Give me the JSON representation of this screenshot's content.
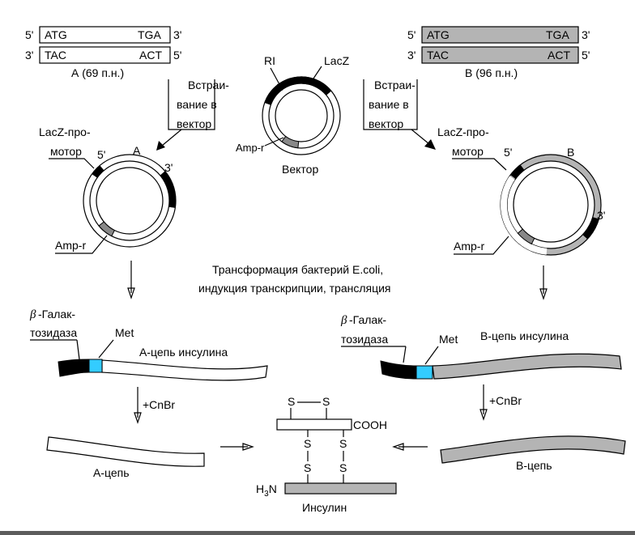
{
  "colors": {
    "gray_fill": "#b4b4b4",
    "black_fill": "#000000",
    "met_fill": "#33ccff",
    "bottom_strip": "#5c5c5c"
  },
  "gene_a": {
    "top_5": "5'",
    "top_start": "ATG",
    "top_end": "TGA",
    "top_3": "3'",
    "bot_3": "3'",
    "bot_start": "TAC",
    "bot_end": "ACT",
    "bot_5": "5'",
    "caption": "А (69 п.н.)"
  },
  "gene_b": {
    "top_5": "5'",
    "top_start": "ATG",
    "top_end": "TGA",
    "top_3": "3'",
    "bot_3": "3'",
    "bot_start": "TAC",
    "bot_end": "ACT",
    "bot_5": "5'",
    "caption": "В (96 п.н.)"
  },
  "insertion": [
    "Встраи-",
    "вание в",
    "вектор"
  ],
  "vector": {
    "ri": "RI",
    "lacz": "LacZ",
    "amp": "Amp-r",
    "caption": "Вектор"
  },
  "plasmid_a": {
    "promoter": [
      "LacZ-про-",
      "мотор"
    ],
    "five": "5'",
    "letter": "А",
    "three": "3'",
    "amp": "Amp-r"
  },
  "plasmid_b": {
    "promoter": [
      "LacZ-про-",
      "мотор"
    ],
    "five": "5'",
    "letter": "В",
    "three": "3'",
    "amp": "Amp-r"
  },
  "transformation": [
    "Трансформация бактерий E.coli,",
    "индукция транскрипции, трансляция"
  ],
  "fusion_a": {
    "beta": "β",
    "gal_line1": "-Галак-",
    "gal_line2": "тозидаза",
    "met": "Met",
    "chain": "А-цепь инсулина"
  },
  "fusion_b": {
    "beta": "β",
    "gal_line1": "-Галак-",
    "gal_line2": "тозидаза",
    "met": "Met",
    "chain": "В-цепь инсулина"
  },
  "cnbr": "+CnBr",
  "chain_a": "А-цепь",
  "chain_b": "В-цепь",
  "insulin": {
    "s": "S",
    "cooh": "COOH",
    "h": "H",
    "sub3": "3",
    "n": "N",
    "caption": "Инсулин"
  }
}
